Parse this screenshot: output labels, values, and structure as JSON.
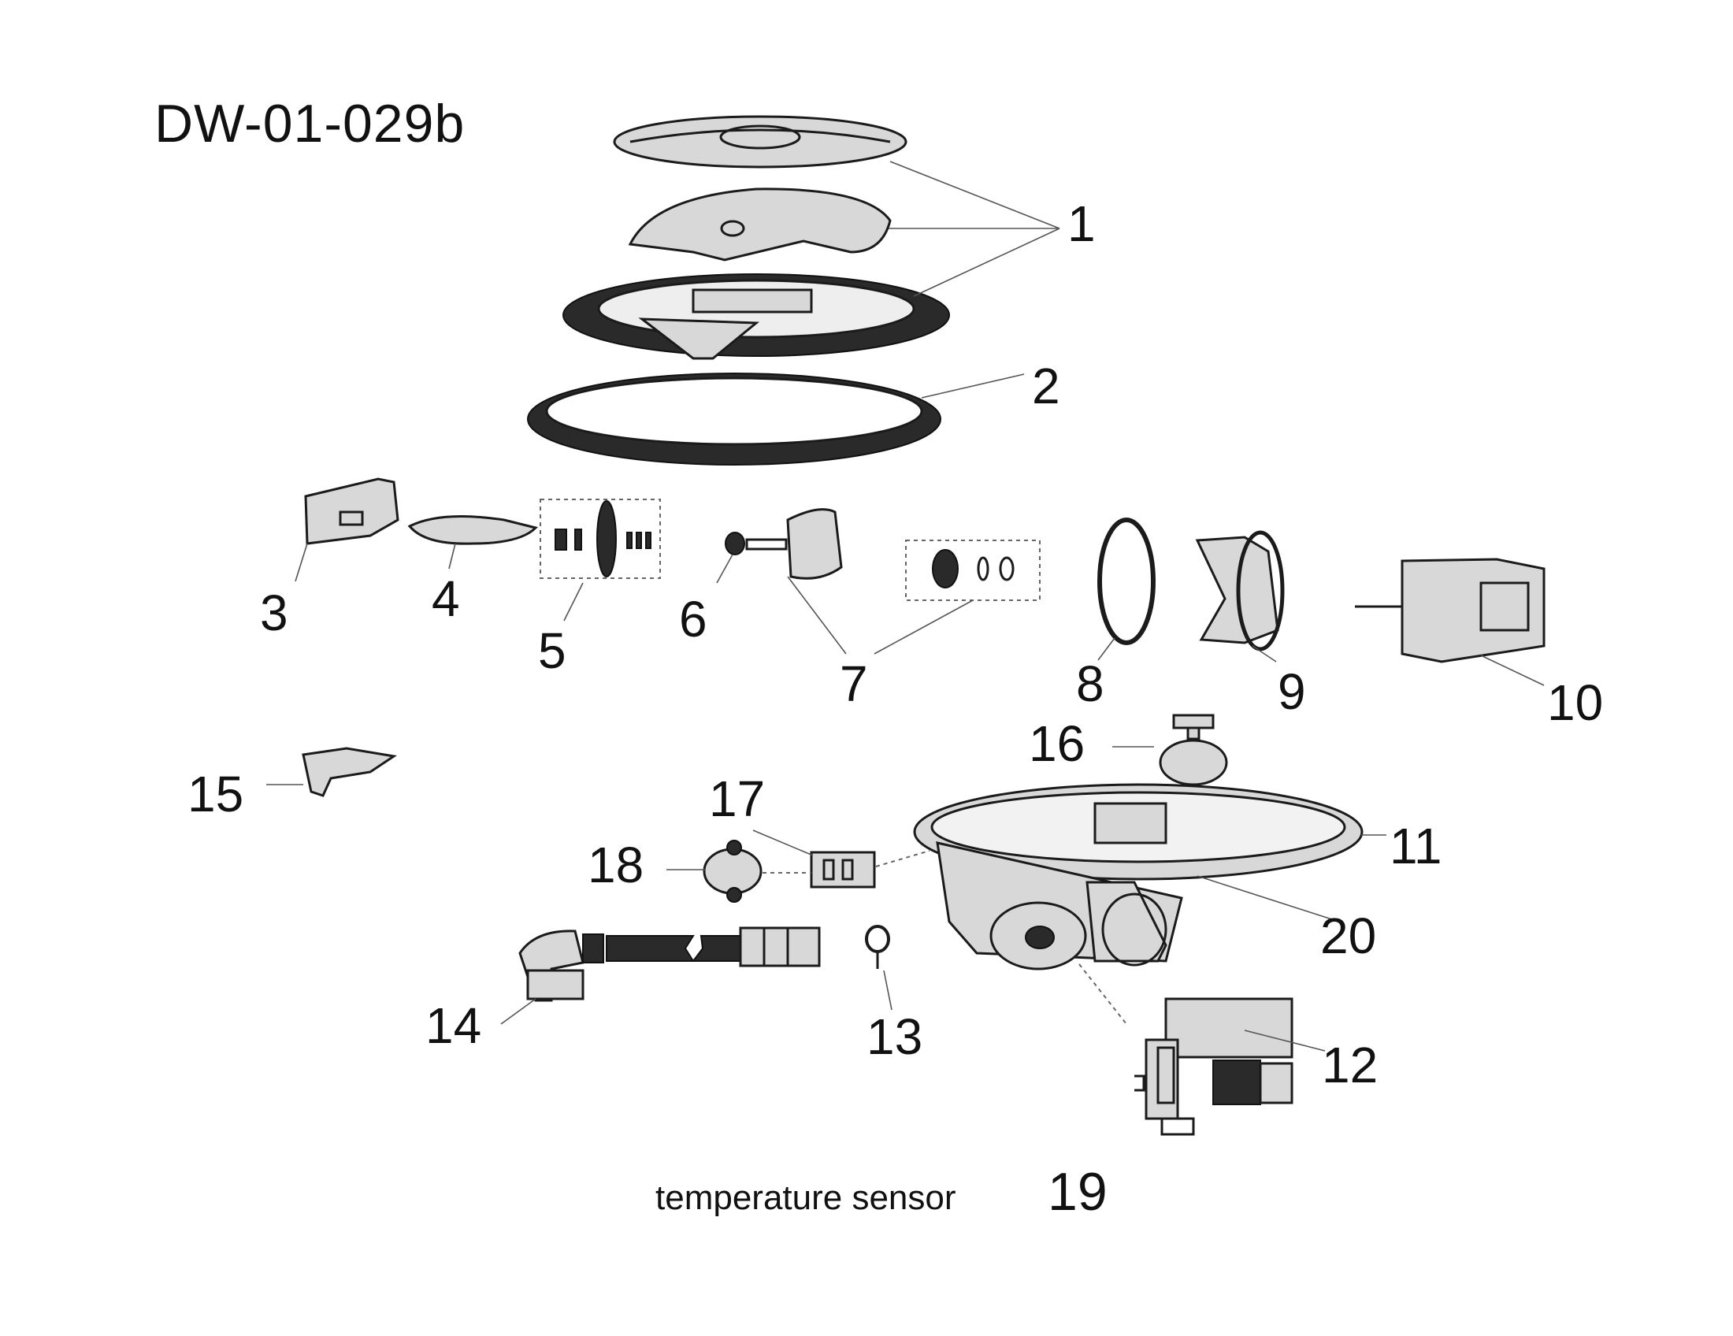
{
  "diagram_code": "DW-01-029b",
  "callouts": {
    "c1": "1",
    "c2": "2",
    "c3": "3",
    "c4": "4",
    "c5": "5",
    "c6": "6",
    "c7": "7",
    "c8": "8",
    "c9": "9",
    "c10": "10",
    "c11": "11",
    "c12": "12",
    "c13": "13",
    "c14": "14",
    "c15": "15",
    "c16": "16",
    "c17": "17",
    "c18": "18",
    "c20": "20"
  },
  "footnote": {
    "text": "temperature sensor",
    "number": "19"
  }
}
